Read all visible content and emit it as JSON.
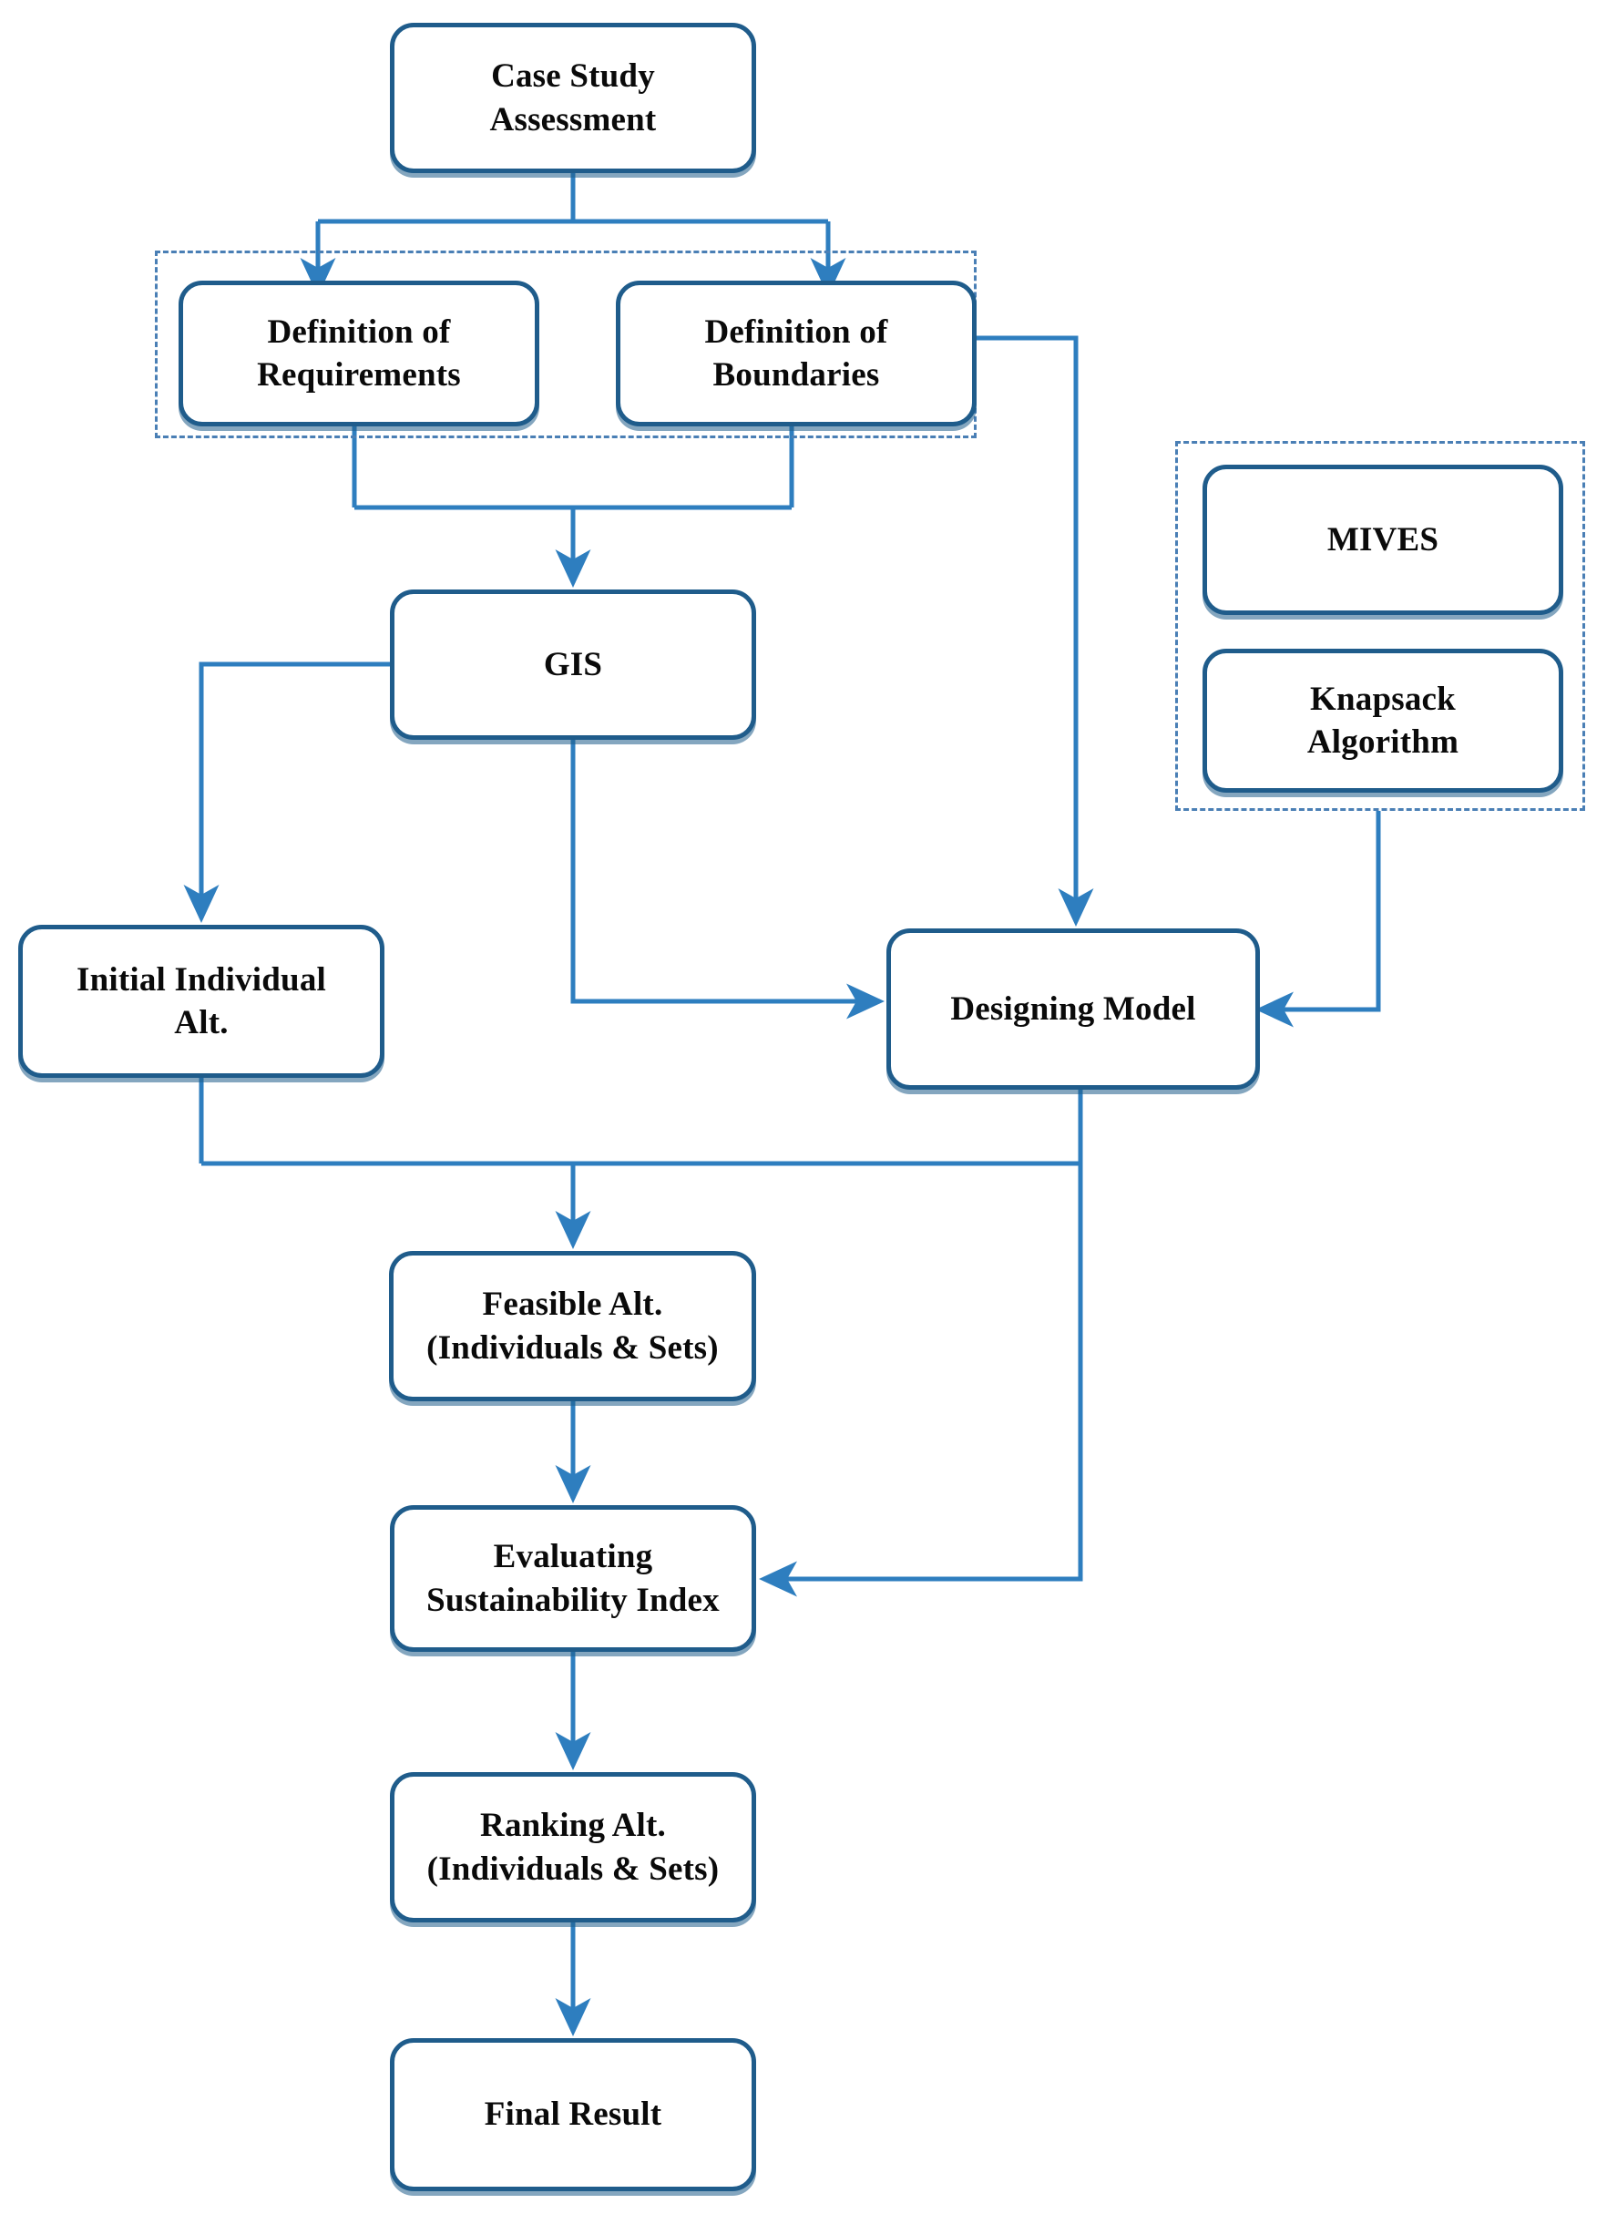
{
  "diagram": {
    "title": "Case Study Assessment Methodology Flowchart",
    "palette": {
      "node_border": "#1F5C8B",
      "node_fill": "#FFFFFF",
      "connector": "#2E7EBF",
      "dashed_group": "#4A7FB5",
      "text": "#0A0A0A"
    },
    "nodes": [
      {
        "id": "case-study-assessment",
        "label": "Case Study\nAssessment"
      },
      {
        "id": "definition-of-requirements",
        "label": "Definition of\nRequirements"
      },
      {
        "id": "definition-of-boundaries",
        "label": "Definition of\nBoundaries"
      },
      {
        "id": "gis",
        "label": "GIS"
      },
      {
        "id": "mives",
        "label": "MIVES"
      },
      {
        "id": "knapsack-algorithm",
        "label": "Knapsack\nAlgorithm"
      },
      {
        "id": "initial-individual-alt",
        "label": "Initial Individual\nAlt."
      },
      {
        "id": "designing-model",
        "label": "Designing Model"
      },
      {
        "id": "feasible-alt",
        "label": "Feasible Alt.\n(Individuals & Sets)"
      },
      {
        "id": "evaluating-sustainability-index",
        "label": "Evaluating\nSustainability Index"
      },
      {
        "id": "ranking-alt",
        "label": "Ranking Alt.\n(Individuals & Sets)"
      },
      {
        "id": "final-result",
        "label": "Final Result"
      }
    ],
    "groups": [
      {
        "id": "definition-group",
        "members": [
          "definition-of-requirements",
          "definition-of-boundaries"
        ]
      },
      {
        "id": "methods-group",
        "members": [
          "mives",
          "knapsack-algorithm"
        ]
      }
    ],
    "edges": [
      {
        "from": "case-study-assessment",
        "to": "definition-of-requirements"
      },
      {
        "from": "case-study-assessment",
        "to": "definition-of-boundaries"
      },
      {
        "from": "definition-of-requirements",
        "to": "gis"
      },
      {
        "from": "definition-of-boundaries",
        "to": "gis"
      },
      {
        "from": "definition-of-boundaries",
        "to": "designing-model"
      },
      {
        "from": "gis",
        "to": "initial-individual-alt"
      },
      {
        "from": "gis",
        "to": "designing-model"
      },
      {
        "from": "knapsack-algorithm",
        "to": "designing-model"
      },
      {
        "from": "initial-individual-alt",
        "to": "feasible-alt"
      },
      {
        "from": "designing-model",
        "to": "feasible-alt"
      },
      {
        "from": "designing-model",
        "to": "evaluating-sustainability-index"
      },
      {
        "from": "feasible-alt",
        "to": "evaluating-sustainability-index"
      },
      {
        "from": "evaluating-sustainability-index",
        "to": "ranking-alt"
      },
      {
        "from": "ranking-alt",
        "to": "final-result"
      }
    ]
  }
}
